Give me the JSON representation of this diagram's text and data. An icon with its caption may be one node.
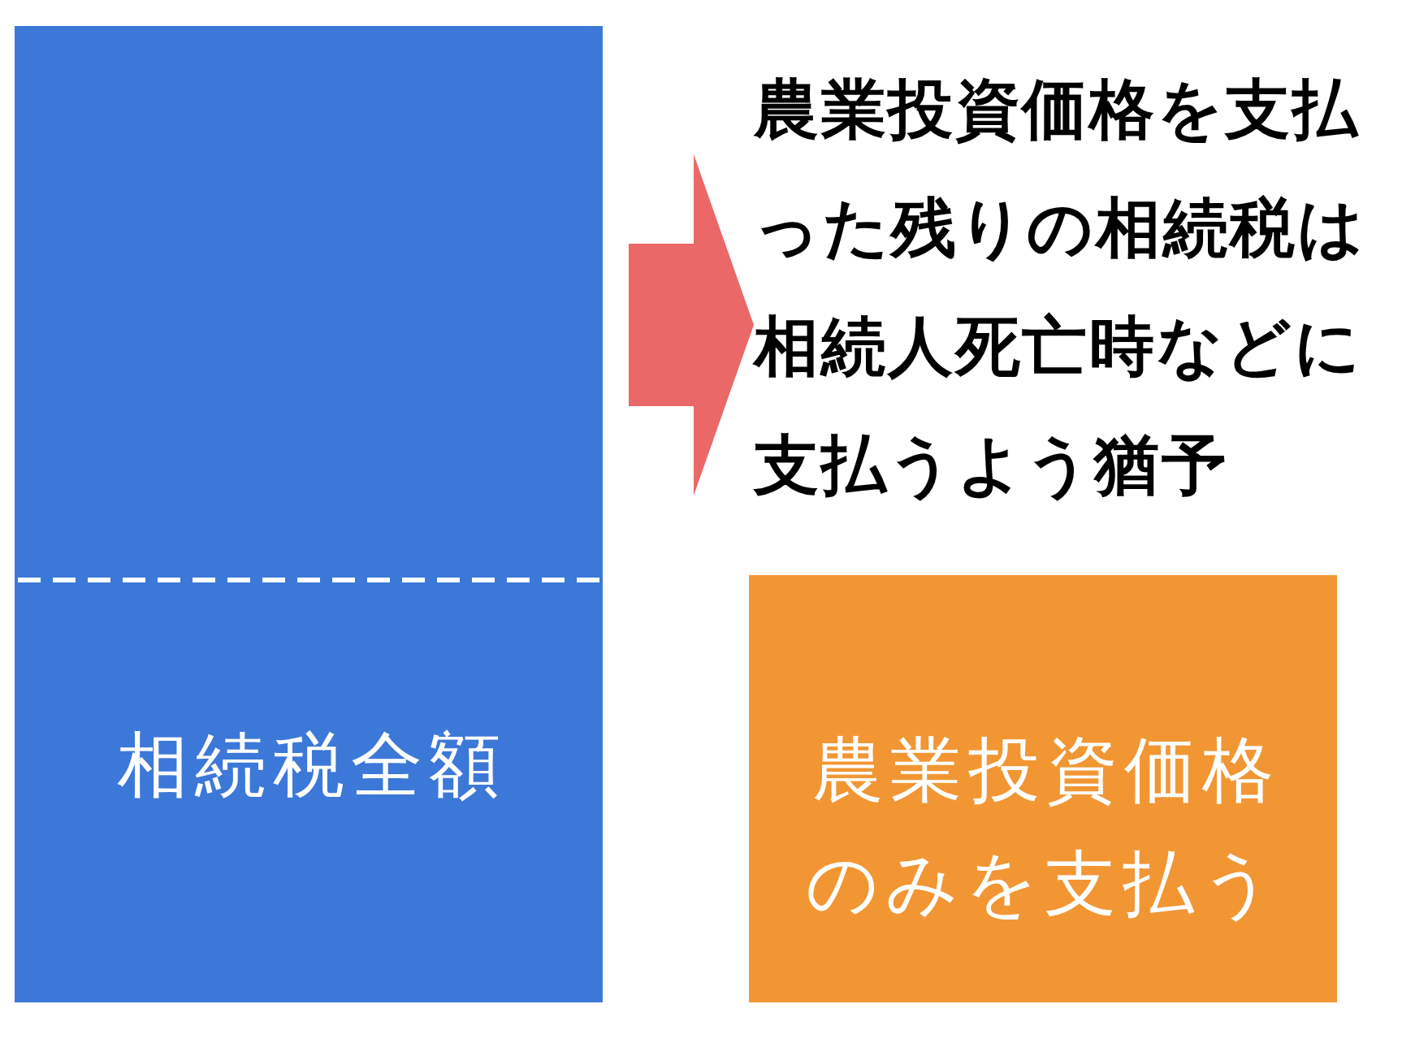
{
  "diagram": {
    "nodes": [
      {
        "text": [
          "相続税全額"
        ]
      },
      {
        "text": [
          "農業投資価格を支払った残りの相続税は相続人死亡時などに支払うよう猶予"
        ]
      },
      {
        "text": [
          "農業投資価格のみを支払う"
        ]
      }
    ],
    "edges": [
      {
        "from": 0,
        "to": 1,
        "arrow": "to"
      }
    ]
  }
}
